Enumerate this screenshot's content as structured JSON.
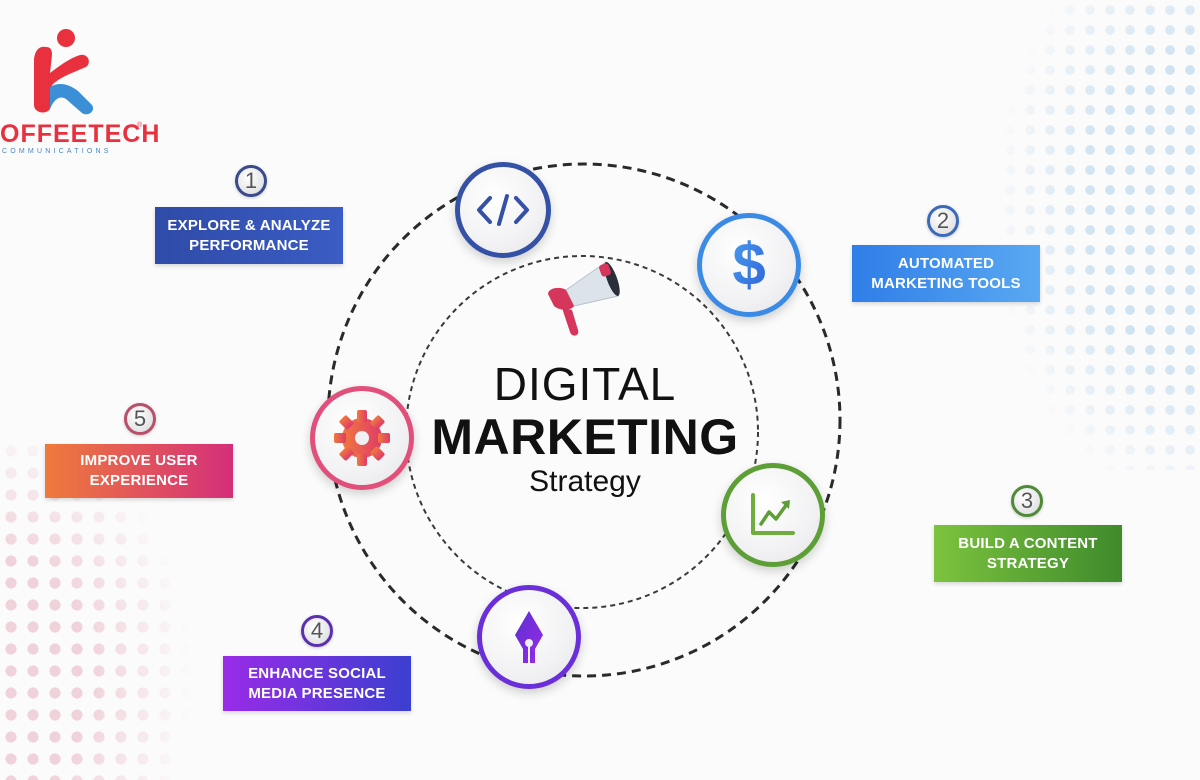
{
  "brand": {
    "name": "OFFEETECH",
    "registered_mark": "®",
    "tagline": "COMMUNICATIONS",
    "colors": {
      "red": "#e8303e",
      "blue": "#3b8fd6"
    }
  },
  "center": {
    "line1": "DIGITAL",
    "line2": "MARKETING",
    "line3": "Strategy",
    "icon": "megaphone-icon"
  },
  "steps": [
    {
      "number": "1",
      "line1": "EXPLORE & ANALYZE",
      "line2": "PERFORMANCE",
      "icon": "code-icon",
      "color_start": "#2f4ba8",
      "color_end": "#3b5cc4"
    },
    {
      "number": "2",
      "line1": "AUTOMATED",
      "line2": "MARKETING TOOLS",
      "icon": "dollar-icon",
      "color_start": "#2f7de8",
      "color_end": "#5aa9f2"
    },
    {
      "number": "3",
      "line1": "BUILD A CONTENT",
      "line2": "STRATEGY",
      "icon": "growth-chart-icon",
      "color_start": "#7cc33e",
      "color_end": "#3f8a2c"
    },
    {
      "number": "4",
      "line1": "ENHANCE SOCIAL",
      "line2": "MEDIA PRESENCE",
      "icon": "pen-nib-icon",
      "color_start": "#9a2be8",
      "color_end": "#3b3fd0"
    },
    {
      "number": "5",
      "line1": "IMPROVE USER",
      "line2": "EXPERIENCE",
      "icon": "gear-icon",
      "color_start": "#ef7a3c",
      "color_end": "#d42f7a"
    }
  ]
}
